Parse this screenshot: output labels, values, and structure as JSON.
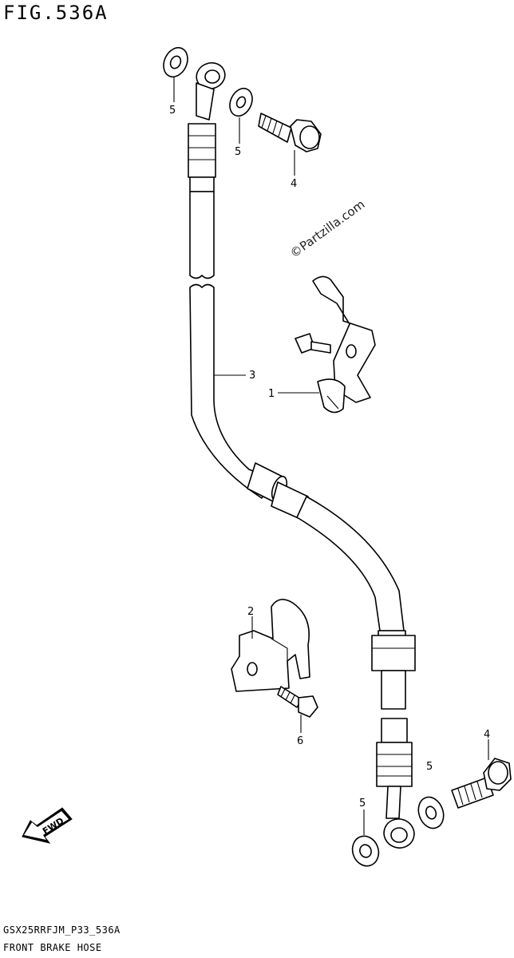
{
  "figure": {
    "title": "FIG.536A",
    "code": "GSX25RRFJM_P33_536A",
    "name": "FRONT BRAKE HOSE",
    "watermark": "©Partzilla.com",
    "fwd_label": "FWD"
  },
  "callouts": [
    "5",
    "5",
    "4",
    "3",
    "1",
    "2",
    "6",
    "4",
    "5",
    "5"
  ],
  "parts": [
    {
      "ref": "1",
      "item": "clamp-bracket-upper"
    },
    {
      "ref": "2",
      "item": "clamp-bracket-lower"
    },
    {
      "ref": "3",
      "item": "front-brake-hose"
    },
    {
      "ref": "4",
      "item": "union-bolt"
    },
    {
      "ref": "5",
      "item": "gasket-washer"
    },
    {
      "ref": "6",
      "item": "bolt"
    }
  ]
}
